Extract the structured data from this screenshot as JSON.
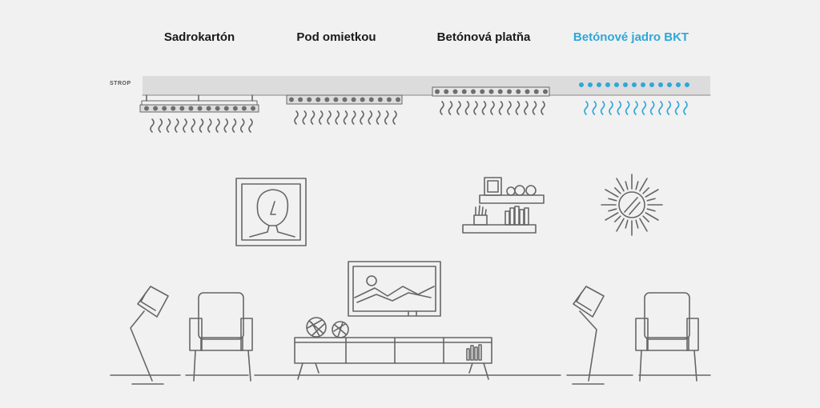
{
  "columns": [
    {
      "id": "sadrokarton",
      "label": "Sadrokartón"
    },
    {
      "id": "pod-omietkou",
      "label": "Pod omietkou"
    },
    {
      "id": "betonova-platna",
      "label": "Betónová platňa"
    },
    {
      "id": "betonove-jadro",
      "label": "Betónové jadro BKT"
    }
  ],
  "ceiling_label": "STROP",
  "colors": {
    "background": "#f1f1f1",
    "ceiling_slab": "#dcdcdc",
    "line": "#666666",
    "accent": "#2fa7d8",
    "tube": "#6e6e6e"
  }
}
